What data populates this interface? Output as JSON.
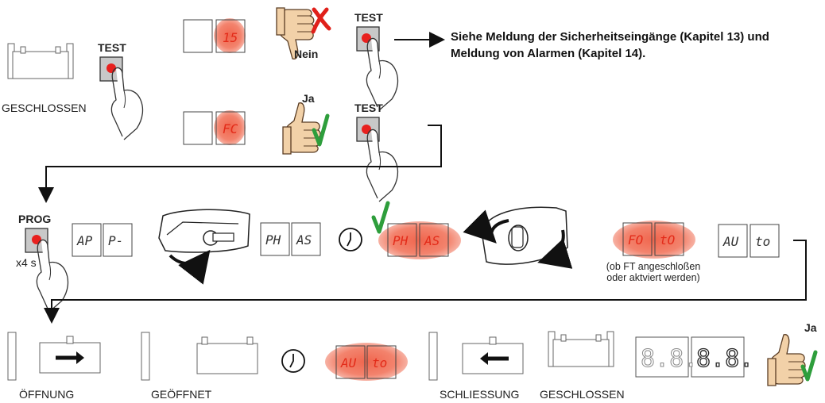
{
  "labels": {
    "test_1": "TEST",
    "test_2": "TEST",
    "test_3": "TEST",
    "prog": "PROG",
    "prog_time": "x4 s",
    "nein": "Nein",
    "ja_1": "Ja",
    "ja_2": "Ja",
    "geschlossen_1": "GESCHLOSSEN",
    "oeffnung": "ÖFFNUNG",
    "geoeffnet": "GEÖFFNET",
    "schliessung": "SCHLIESSUNG",
    "geschlossen_2": "GESCHLOSSEN"
  },
  "notes": {
    "safety": "Siehe Meldung der Sicherheitseingänge (Kapitel 13) und Meldung von Alarmen (Kapitel 14).",
    "ft_line1": "(ob FT angeschloßen",
    "ft_line2": "oder aktviert werden)"
  },
  "displays": {
    "d1": "15",
    "d2": "FC",
    "d3a": "AP",
    "d3b": "P-",
    "d4a": "PH",
    "d4b": "AS",
    "d5a": "PH",
    "d5b": "AS",
    "d6a": "FO",
    "d6b": "tO",
    "d7a": "AU",
    "d7b": "to",
    "d8a": "AU",
    "d8b": "to",
    "d9a": "8.8.",
    "d9b": "8.8."
  },
  "colors": {
    "glow": "#f2806a",
    "segment": "#e32b19",
    "check": "#2e9e3c",
    "cross": "#e0201a",
    "button_red": "#e8201e",
    "button_gray": "#c8c8c8"
  }
}
